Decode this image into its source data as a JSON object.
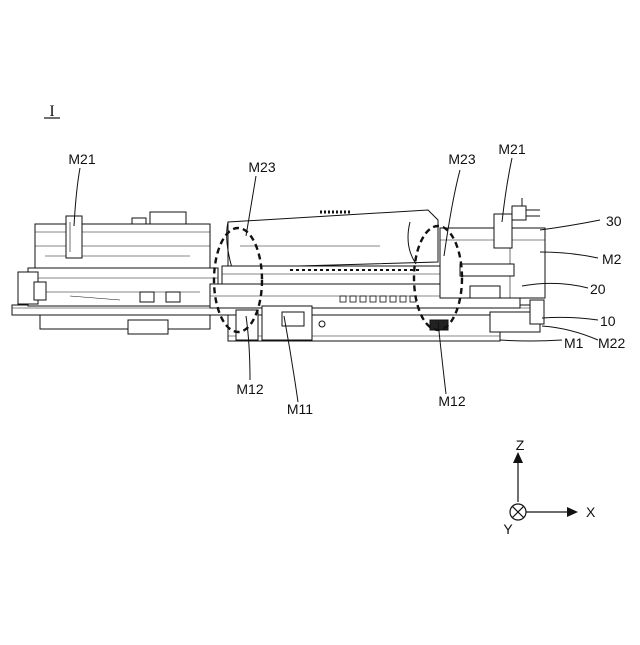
{
  "figure": {
    "number": "I"
  },
  "labels": {
    "m21_left": "M21",
    "m23_left": "M23",
    "m23_right": "M23",
    "m21_right": "M21",
    "ref_30": "30",
    "ref_m2": "M2",
    "ref_20": "20",
    "ref_10": "10",
    "ref_m22": "M22",
    "ref_m1": "M1",
    "m12_left": "M12",
    "m11": "M11",
    "m12_right": "M12"
  },
  "axes": {
    "z": "Z",
    "x": "X",
    "y": "Y"
  }
}
